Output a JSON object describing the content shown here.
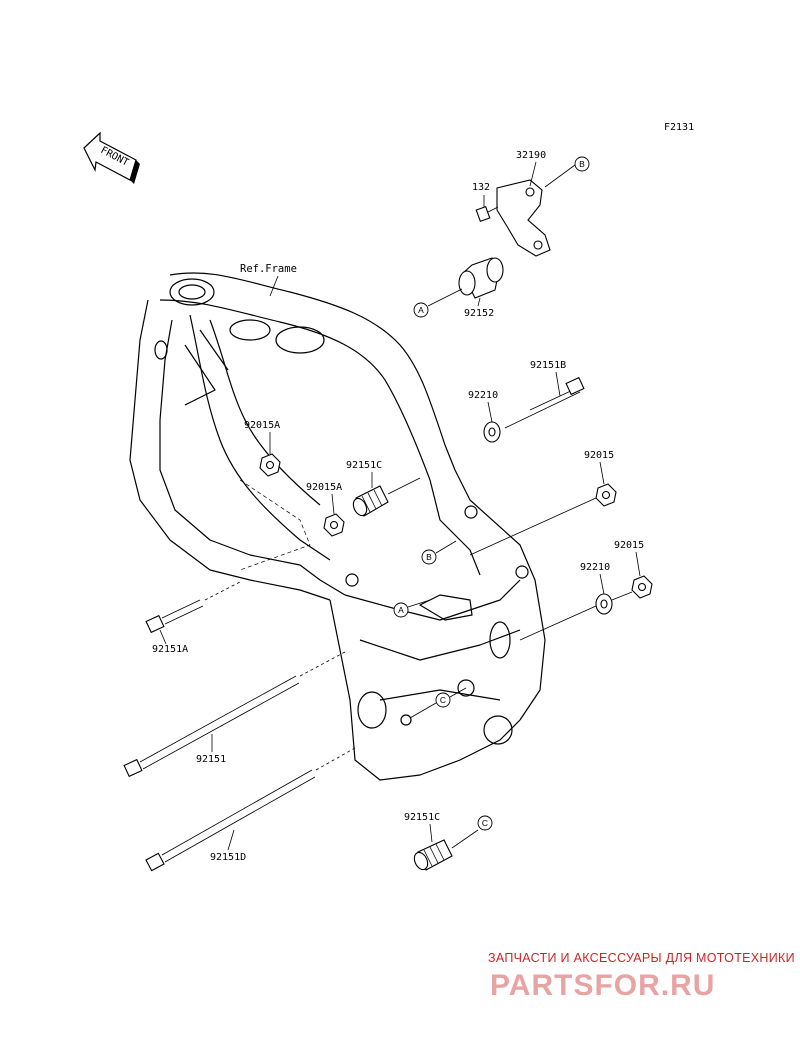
{
  "diagram_code": "F2131",
  "front_arrow_label": "FRONT",
  "ref_frame_label": "Ref.Frame",
  "parts": {
    "p32190": "32190",
    "p132": "132",
    "p92152": "92152",
    "p92151B": "92151B",
    "p92210_upper": "92210",
    "p92015_right_upper": "92015",
    "p92015A_upper": "92015A",
    "p92151C_upper": "92151C",
    "p92015A_lower": "92015A",
    "p92015_right_lower": "92015",
    "p92210_lower": "92210",
    "p92151A": "92151A",
    "p92151": "92151",
    "p92151C_lower": "92151C",
    "p92151D": "92151D"
  },
  "callouts": {
    "A_top": "A",
    "B_top": "B",
    "B_frame": "B",
    "A_frame": "A",
    "C_frame": "C",
    "C_bottom": "C"
  },
  "watermark": {
    "tagline": "ЗАПЧАСТИ И АКСЕССУАРЫ ДЛЯ МОТОТЕХНИКИ",
    "brand": "PARTSFOR.RU"
  }
}
